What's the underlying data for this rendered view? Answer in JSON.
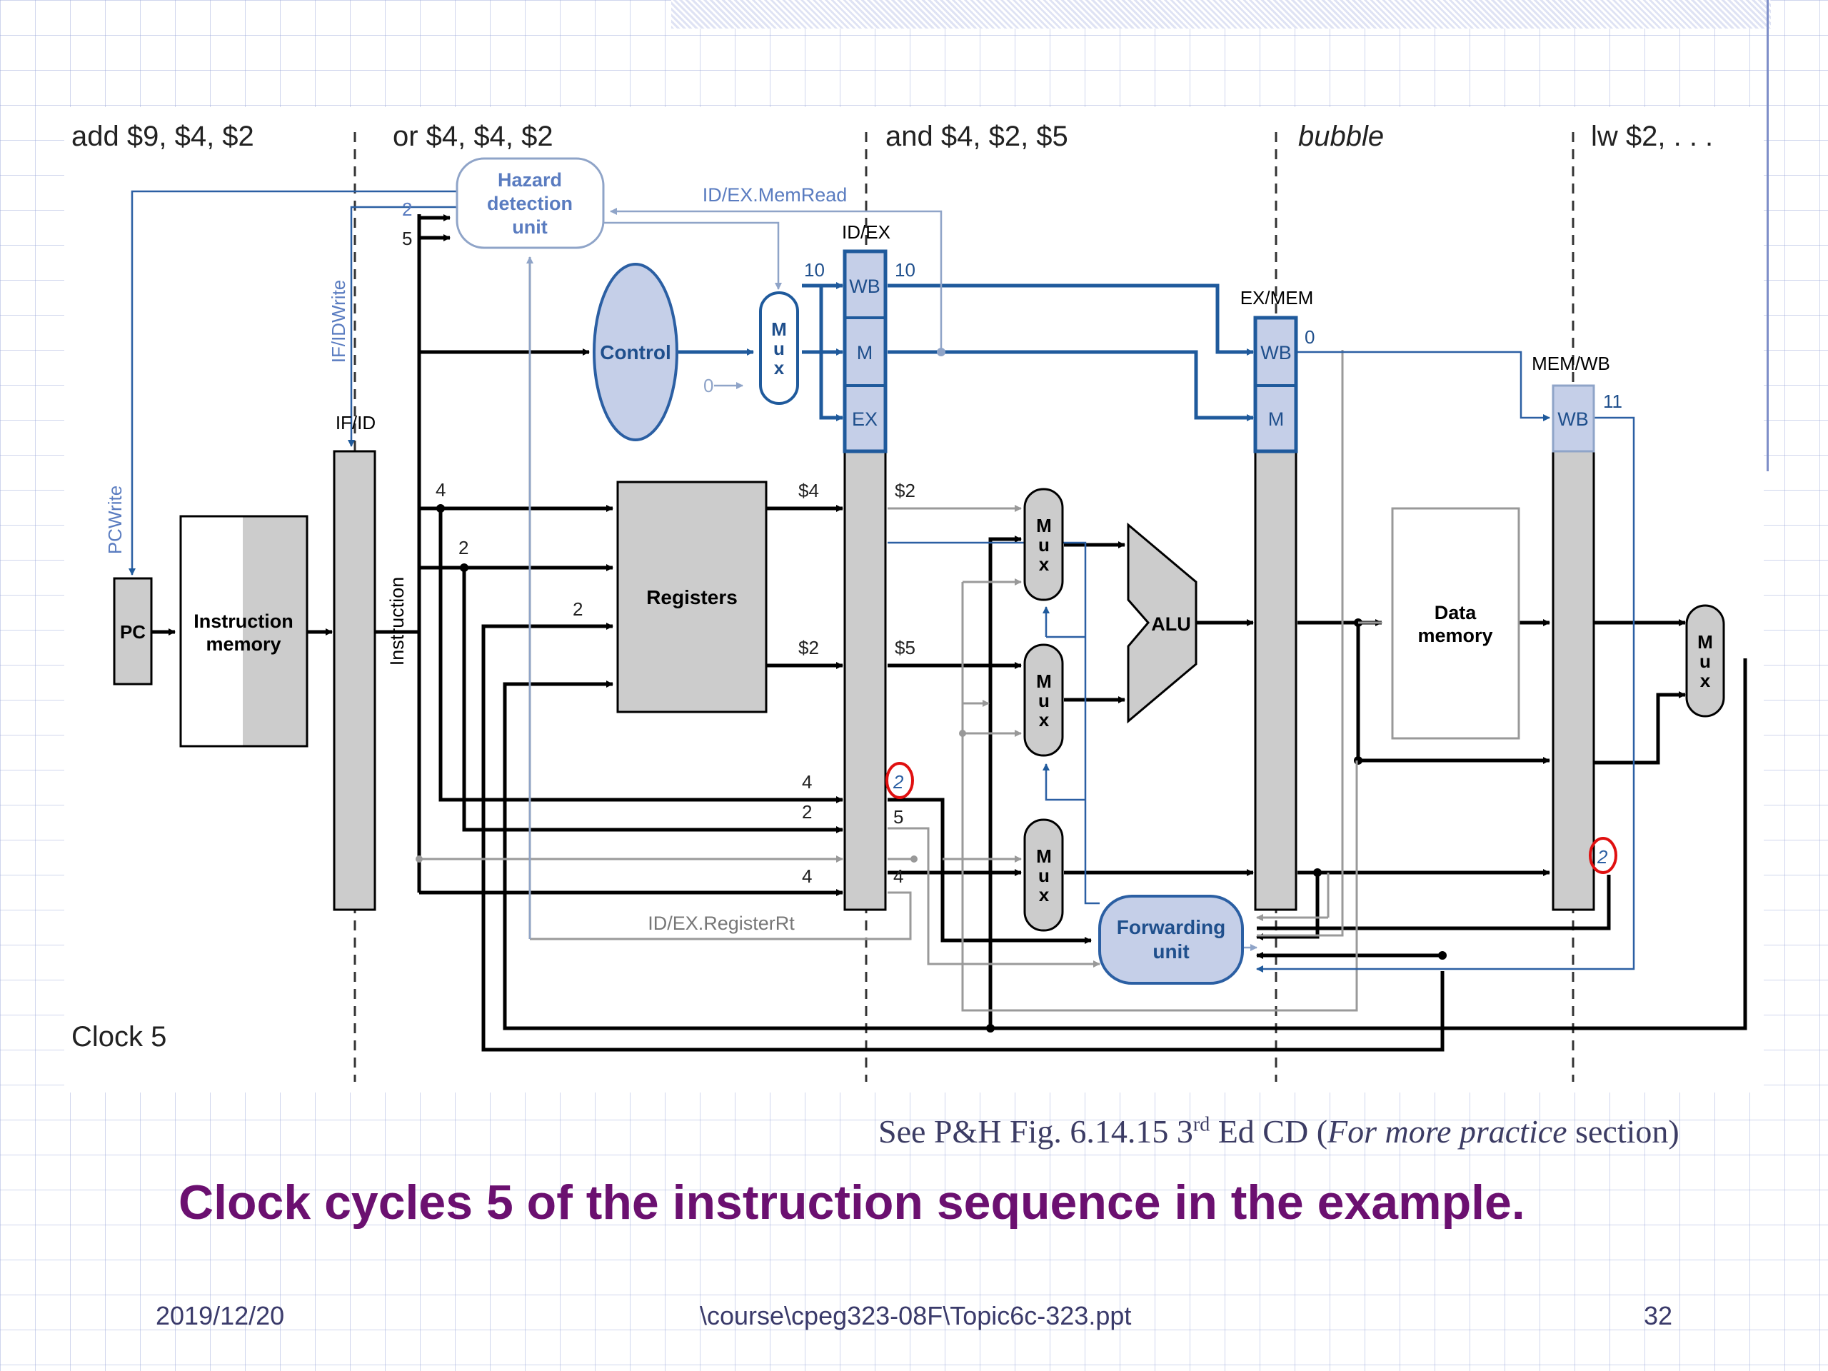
{
  "instructions": [
    "add $9, $4, $2",
    "or $4, $4, $2",
    "and $4, $2, $5",
    "bubble",
    "lw $2, . . ."
  ],
  "clock_label": "Clock 5",
  "units": {
    "hazard": [
      "Hazard",
      "detection",
      "unit"
    ],
    "control": "Control",
    "pc": "PC",
    "imem": [
      "Instruction",
      "memory"
    ],
    "registers": "Registers",
    "alu": "ALU",
    "dmem": [
      "Data",
      "memory"
    ],
    "forwarding": [
      "Forwarding",
      "unit"
    ],
    "mux_letters": [
      "M",
      "u",
      "x"
    ]
  },
  "pipeline_registers": {
    "ifid": "IF/ID",
    "idex": "ID/EX",
    "exmem": "EX/MEM",
    "memwb": "MEM/WB",
    "fields": {
      "wb": "WB",
      "m": "M",
      "ex": "EX"
    }
  },
  "signals": {
    "memread": "ID/EX.MemRead",
    "registerrt": "ID/EX.RegisterRt",
    "ifidwrite": "IF/IDWrite",
    "pcwrite": "PCWrite",
    "instruction": "Instruction"
  },
  "values": {
    "hz_rs": "2",
    "hz_rt": "5",
    "mux_zero": "0",
    "ctrl_in": "10",
    "ctrl_out": "10",
    "exmem_m": "0",
    "memwb_wb": "11",
    "rs_field": "4",
    "rt_field": "2",
    "rd_field": "2",
    "reg_out1": "$4",
    "reg_out2": "$2",
    "idex_a": "$2",
    "idex_b": "$5",
    "fw_rs": "4",
    "fw_rt": "2",
    "rt_in": "4",
    "idex_rd_ex": "2",
    "idex_rt_ex": "5",
    "idex_rd2_ex": "4",
    "memwb_rd": "2"
  },
  "caption": {
    "before": "See P&H Fig. 6.14.15 3",
    "sup": "rd",
    "mid": " Ed CD (",
    "italic": "For more practice",
    "after": " section)"
  },
  "title": "Clock cycles 5 of the instruction sequence in the example.",
  "footer": {
    "date": "2019/12/20",
    "path": "\\course\\cpeg323-08F\\Topic6c-323.ppt",
    "page": "32"
  },
  "colors": {
    "title": "#6b1070",
    "unit_fill": "#c5cfe8",
    "unit_stroke": "#2b5fa3",
    "gray": "#cccccc"
  }
}
